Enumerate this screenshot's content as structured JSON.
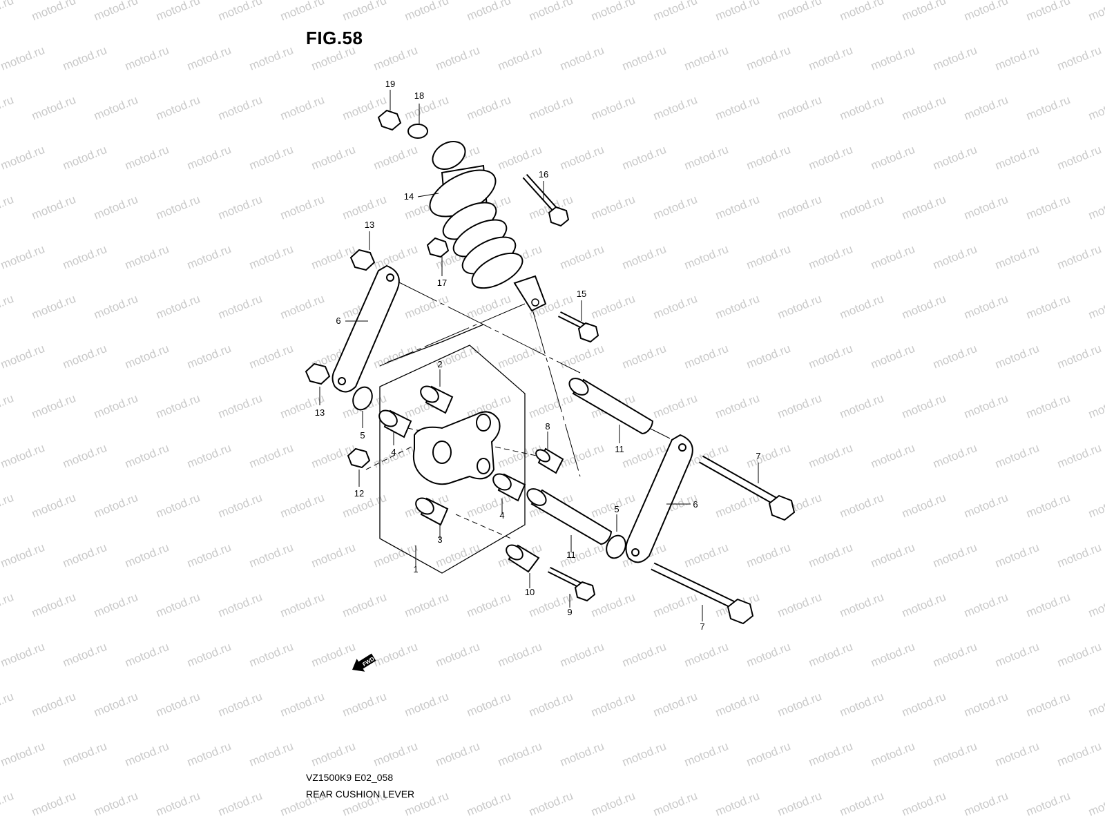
{
  "figure": {
    "title": "FIG.58",
    "code": "VZ1500K9 E02_058",
    "name": "REAR CUSHION LEVER"
  },
  "watermark": {
    "text": "motod.ru",
    "color": "#c9c9c9"
  },
  "fwd_arrow": {
    "label": "FWD",
    "icon": "fwd-arrow-icon"
  },
  "callouts": [
    "19",
    "18",
    "16",
    "14",
    "13",
    "17",
    "15",
    "6",
    "2",
    "13",
    "5",
    "4",
    "8",
    "11",
    "12",
    "4",
    "3",
    "11",
    "5",
    "6",
    "7",
    "1",
    "10",
    "9",
    "7"
  ]
}
